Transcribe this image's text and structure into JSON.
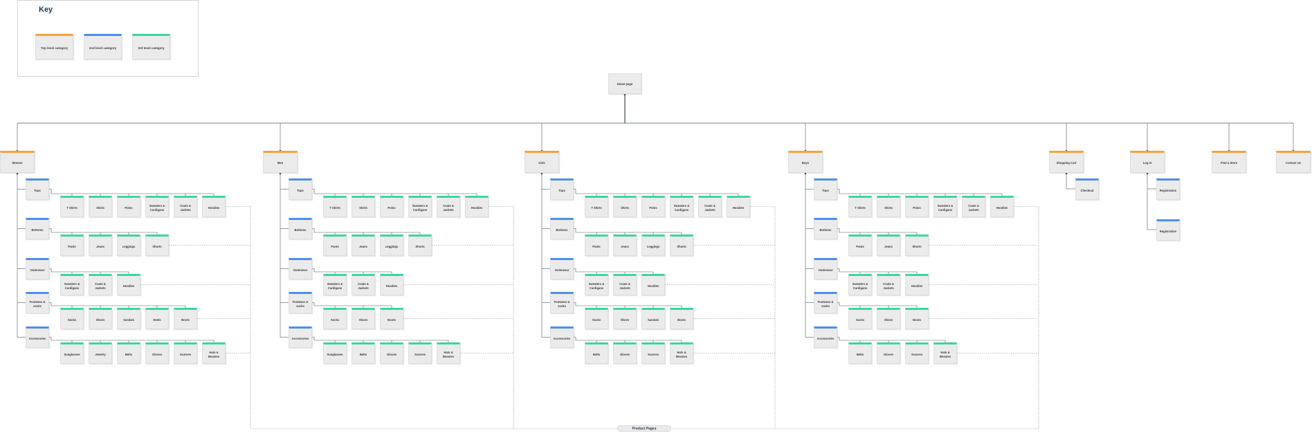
{
  "key": {
    "title": "Key",
    "items": [
      "Top level category",
      "2nd level category",
      "3rd level category"
    ]
  },
  "colors": {
    "top_level": "#f4a23a",
    "second_level": "#4d8ef0",
    "third_level": "#3ad6a1",
    "connector": "#4a5560"
  },
  "home": "Home page",
  "product_pages": "Product Pages",
  "sections": [
    {
      "title": "Women",
      "subs": [
        {
          "title": "Tops",
          "items": [
            "T Shirts",
            "Shirts",
            "Polos",
            "Sweaters & Cardigans",
            "Coats & Jackets",
            "Hoodies"
          ]
        },
        {
          "title": "Bottoms",
          "items": [
            "Pants",
            "Jeans",
            "Leggings",
            "Shorts"
          ]
        },
        {
          "title": "Outerwear",
          "items": [
            "Sweaters & Cardigans",
            "Coats & Jackets",
            "Hoodies"
          ]
        },
        {
          "title": "Footwear & socks",
          "items": [
            "Socks",
            "Shoes",
            "Sandals",
            "Heels",
            "Boots"
          ]
        },
        {
          "title": "Accessories",
          "items": [
            "Sunglasses",
            "Jewelry",
            "Belts",
            "Gloves",
            "Scarves",
            "Hats & Beanies"
          ]
        }
      ]
    },
    {
      "title": "Men",
      "subs": [
        {
          "title": "Tops",
          "items": [
            "T Shirts",
            "Shirts",
            "Polos",
            "Sweaters & Cardigans",
            "Coats & Jackets",
            "Hoodies"
          ]
        },
        {
          "title": "Bottoms",
          "items": [
            "Pants",
            "Jeans",
            "Leggings",
            "Shorts"
          ]
        },
        {
          "title": "Outerwear",
          "items": [
            "Sweaters & Cardigans",
            "Coats & Jackets",
            "Hoodies"
          ]
        },
        {
          "title": "Footwear & socks",
          "items": [
            "Socks",
            "Shoes",
            "Boots"
          ]
        },
        {
          "title": "Accessories",
          "items": [
            "Sunglasses",
            "Belts",
            "Gloves",
            "Scarves",
            "Hats & Beanies"
          ]
        }
      ]
    },
    {
      "title": "Girls",
      "subs": [
        {
          "title": "Tops",
          "items": [
            "T Shirts",
            "Shirts",
            "Polos",
            "Sweaters & Cardigans",
            "Coats & Jackets",
            "Hoodies"
          ]
        },
        {
          "title": "Bottoms",
          "items": [
            "Pants",
            "Jeans",
            "Leggings",
            "Shorts"
          ]
        },
        {
          "title": "Outerwear",
          "items": [
            "Sweaters & Cardigans",
            "Coats & Jackets",
            "Hoodies"
          ]
        },
        {
          "title": "Footwear & socks",
          "items": [
            "Socks",
            "Shoes",
            "Sandals",
            "Boots"
          ]
        },
        {
          "title": "Accessories",
          "items": [
            "Belts",
            "Gloves",
            "Scarves",
            "Hats & Beanies"
          ]
        }
      ]
    },
    {
      "title": "Boys",
      "subs": [
        {
          "title": "Tops",
          "items": [
            "T Shirts",
            "Shirts",
            "Polos",
            "Sweaters & Cardigans",
            "Coats & Jackets",
            "Hoodies"
          ]
        },
        {
          "title": "Bottoms",
          "items": [
            "Pants",
            "Jeans",
            "Shorts"
          ]
        },
        {
          "title": "Outerwear",
          "items": [
            "Sweaters & Cardigans",
            "Coats & Jackets",
            "Hoodies"
          ]
        },
        {
          "title": "Footwear & socks",
          "items": [
            "Socks",
            "Shoes",
            "Boots"
          ]
        },
        {
          "title": "Accessories",
          "items": [
            "Belts",
            "Gloves",
            "Scarves",
            "Hats & Beanies"
          ]
        }
      ]
    }
  ],
  "utility": [
    {
      "title": "Shopping Cart",
      "children": [
        "Checkout"
      ]
    },
    {
      "title": "Log in",
      "children": [
        "Registration",
        "Registration"
      ]
    },
    {
      "title": "Find a Store",
      "children": []
    },
    {
      "title": "Contact Us",
      "children": []
    }
  ]
}
